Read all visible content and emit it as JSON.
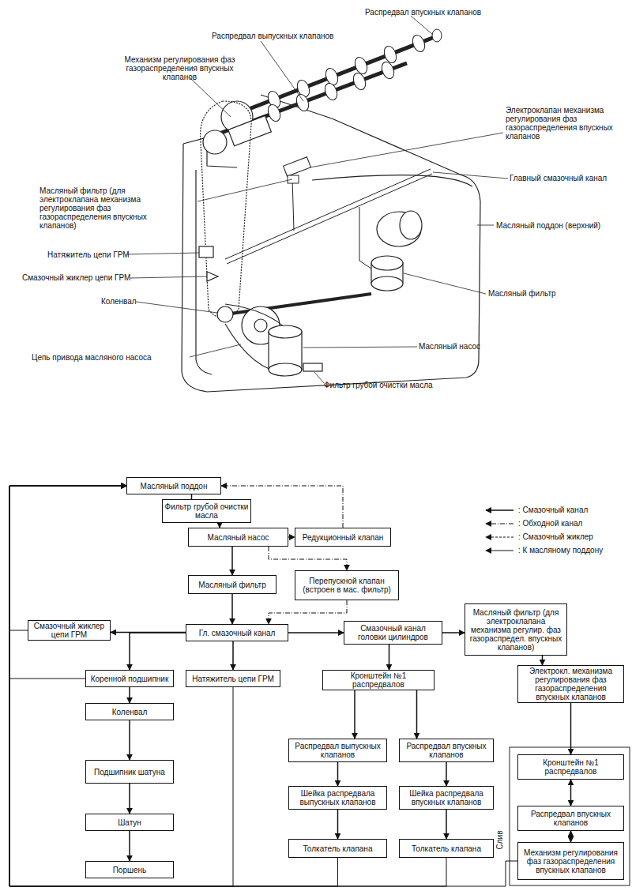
{
  "diagram": {
    "nodes": [
      {
        "text": [
          "Масляный поддон"
        ]
      },
      {
        "text": [
          "Фильтр грубой очистки масла"
        ]
      },
      {
        "text": [
          "Масляный насос"
        ]
      },
      {
        "text": [
          "Редукционный клапан"
        ]
      },
      {
        "text": [
          "Масляный фильтр"
        ]
      },
      {
        "text": [
          "Перепускной клапан (встроен в мас. фильтр)"
        ]
      },
      {
        "text": [
          "Гл. смазочный канал"
        ]
      },
      {
        "text": [
          "Смазочный жиклер цепи ГРМ"
        ]
      },
      {
        "text": [
          "Смазочный канал головки цилиндров"
        ]
      },
      {
        "text": [
          "Масляный фильтр (для электроклапана механизма регулир. фаз газораспредел. впускных клапанов)"
        ]
      },
      {
        "text": [
          "Коренной подшипник"
        ]
      },
      {
        "text": [
          "Натяжитель цепи ГРМ"
        ]
      },
      {
        "text": [
          "Кронштейн №1 распредвалов"
        ]
      },
      {
        "text": [
          "Электрокл. механизма регулирования фаз газораспределения впускных клапанов"
        ]
      },
      {
        "text": [
          "Коленвал"
        ]
      },
      {
        "text": [
          "Распредвал выпускных клапанов"
        ]
      },
      {
        "text": [
          "Распредвал впускных клапанов"
        ]
      },
      {
        "text": [
          "Кронштейн №1 распредвалов"
        ]
      },
      {
        "text": [
          "Подшипник шатуна"
        ]
      },
      {
        "text": [
          "Шейка распредвала выпускных клапанов"
        ]
      },
      {
        "text": [
          "Шейка распредвала впускных клапанов"
        ]
      },
      {
        "text": [
          "Распредвал впускных клапанов"
        ]
      },
      {
        "text": [
          "Шатун"
        ]
      },
      {
        "text": [
          "Толкатель клапана"
        ]
      },
      {
        "text": [
          "Толкатель клапана"
        ]
      },
      {
        "text": [
          "Поршень"
        ]
      },
      {
        "text": [
          "Механизм регулирования фаз газораспределения впускных клапанов"
        ]
      }
    ],
    "edges": [
      {
        "from": 0,
        "to": 1,
        "arrow": "none"
      },
      {
        "from": 1,
        "to": 2,
        "arrow": "to"
      },
      {
        "from": 2,
        "to": 4,
        "arrow": "to"
      },
      {
        "from": 2,
        "to": 3,
        "arrow": "to"
      },
      {
        "from": 3,
        "to": 0,
        "arrow": "to"
      },
      {
        "from": 2,
        "to": 5,
        "arrow": "to"
      },
      {
        "from": 5,
        "to": 6,
        "arrow": "to"
      },
      {
        "from": 4,
        "to": 6,
        "arrow": "to"
      },
      {
        "from": 6,
        "to": 7,
        "arrow": "to"
      },
      {
        "from": 6,
        "to": 10,
        "arrow": "to"
      },
      {
        "from": 6,
        "to": 11,
        "arrow": "to"
      },
      {
        "from": 6,
        "to": 8,
        "arrow": "to"
      },
      {
        "from": 8,
        "to": 9,
        "arrow": "to"
      },
      {
        "from": 8,
        "to": 12,
        "arrow": "to"
      },
      {
        "from": 9,
        "to": 13,
        "arrow": "to"
      },
      {
        "from": 13,
        "to": 17,
        "arrow": "to"
      },
      {
        "from": 12,
        "to": 15,
        "arrow": "to"
      },
      {
        "from": 12,
        "to": 16,
        "arrow": "to"
      },
      {
        "from": 15,
        "to": 19,
        "arrow": "to"
      },
      {
        "from": 16,
        "to": 20,
        "arrow": "to"
      },
      {
        "from": 19,
        "to": 23,
        "arrow": "to"
      },
      {
        "from": 20,
        "to": 24,
        "arrow": "to"
      },
      {
        "from": 10,
        "to": 14,
        "arrow": "to"
      },
      {
        "from": 14,
        "to": 18,
        "arrow": "to"
      },
      {
        "from": 18,
        "to": 22,
        "arrow": "to"
      },
      {
        "from": 22,
        "to": 25,
        "arrow": "to"
      },
      {
        "from": 17,
        "to": 21,
        "arrow": "both"
      },
      {
        "from": 21,
        "to": 26,
        "arrow": "both"
      },
      {
        "from": 7,
        "to": 0,
        "arrow": "to"
      },
      {
        "from": 10,
        "to": 0,
        "arrow": "to"
      },
      {
        "from": 11,
        "to": 0,
        "arrow": "to"
      },
      {
        "from": 23,
        "to": 0,
        "arrow": "to"
      },
      {
        "from": 24,
        "to": 0,
        "arrow": "to"
      },
      {
        "from": 26,
        "to": 0,
        "arrow": "to"
      }
    ],
    "labels": [
      "Распредвал впускных клапанов",
      "Распредвал выпускных клапанов",
      "Механизм регулирования фаз газораспределения впускных клапанов",
      "Электроклапан механизма регулирования фаз газораспределения впускных клапанов",
      "Главный смазочный канал",
      "Масляный фильтр (для электроклапана механизма регулирования фаз газораспределения впускных клапанов)",
      "Масляный поддон (верхний)",
      "Натяжитель цепи ГРМ",
      "Смазочный жиклер цепи ГРМ",
      "Масляный фильтр",
      "Коленвал",
      "Масляный насос",
      "Цепь привода масляного насоса",
      "Фильтр грубой очистки масла",
      "Слив"
    ],
    "legend": [
      {
        "text": ": Смазочный канал"
      },
      {
        "text": ": Обходной канал"
      },
      {
        "text": ": Смазочный жиклер"
      },
      {
        "text": ": К масляному поддону"
      }
    ]
  }
}
